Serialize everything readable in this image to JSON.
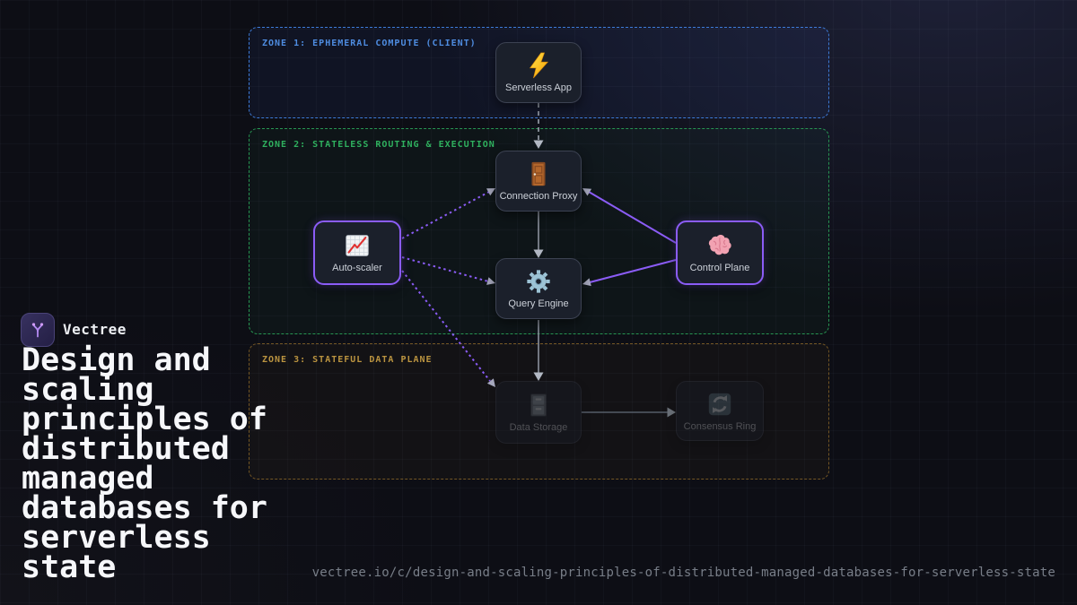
{
  "brand": {
    "name": "Vectree"
  },
  "title": "Design and scaling principles of distributed managed databases for serverless state",
  "url": "vectree.io/c/design-and-scaling-principles-of-distributed-managed-databases-for-serverless-state",
  "diagram": {
    "zones": [
      {
        "id": "zone1",
        "label": "ZONE 1: EPHEMERAL COMPUTE (CLIENT)",
        "label_color": "#4e8ce0",
        "border_color": "#3d7bd8"
      },
      {
        "id": "zone2",
        "label": "ZONE 2: STATELESS ROUTING & EXECUTION",
        "label_color": "#2fb05e",
        "border_color": "#279552"
      },
      {
        "id": "zone3",
        "label": "ZONE 3: STATEFUL DATA PLANE",
        "label_color": "#bb9440",
        "border_color": "#aa7d2d"
      }
    ],
    "nodes": [
      {
        "id": "serverless-app",
        "label": "Serverless App",
        "icon": "lightning-icon",
        "zone": "zone1",
        "state": "default"
      },
      {
        "id": "connection-proxy",
        "label": "Connection Proxy",
        "icon": "door-icon",
        "zone": "zone2",
        "state": "default"
      },
      {
        "id": "auto-scaler",
        "label": "Auto-scaler",
        "icon": "chart-increasing-icon",
        "zone": "zone2",
        "state": "highlighted"
      },
      {
        "id": "query-engine",
        "label": "Query Engine",
        "icon": "gear-icon",
        "zone": "zone2",
        "state": "default"
      },
      {
        "id": "control-plane",
        "label": "Control Plane",
        "icon": "brain-icon",
        "zone": "zone2",
        "state": "highlighted"
      },
      {
        "id": "data-storage",
        "label": "Data Storage",
        "icon": "file-cabinet-icon",
        "zone": "zone3",
        "state": "dimmed"
      },
      {
        "id": "consensus-ring",
        "label": "Consensus Ring",
        "icon": "cycle-arrows-icon",
        "zone": "zone3",
        "state": "dimmed"
      }
    ],
    "edges": [
      {
        "from": "serverless-app",
        "to": "connection-proxy",
        "style": "dashed",
        "color": "gray"
      },
      {
        "from": "connection-proxy",
        "to": "query-engine",
        "style": "solid",
        "color": "gray"
      },
      {
        "from": "query-engine",
        "to": "data-storage",
        "style": "solid",
        "color": "gray"
      },
      {
        "from": "data-storage",
        "to": "consensus-ring",
        "style": "solid",
        "color": "gray-dim"
      },
      {
        "from": "control-plane",
        "to": "connection-proxy",
        "style": "solid",
        "color": "purple"
      },
      {
        "from": "control-plane",
        "to": "query-engine",
        "style": "solid",
        "color": "purple"
      },
      {
        "from": "auto-scaler",
        "to": "connection-proxy",
        "style": "dotted",
        "color": "purple"
      },
      {
        "from": "auto-scaler",
        "to": "query-engine",
        "style": "dotted",
        "color": "purple"
      },
      {
        "from": "auto-scaler",
        "to": "data-storage",
        "style": "dotted",
        "color": "purple"
      }
    ],
    "colors": {
      "accent_purple": "#8b5cf6",
      "edge_gray": "#8b919d",
      "node_bg": "#1b202b",
      "node_border": "#3c4252",
      "background": "#0d0e15"
    }
  }
}
